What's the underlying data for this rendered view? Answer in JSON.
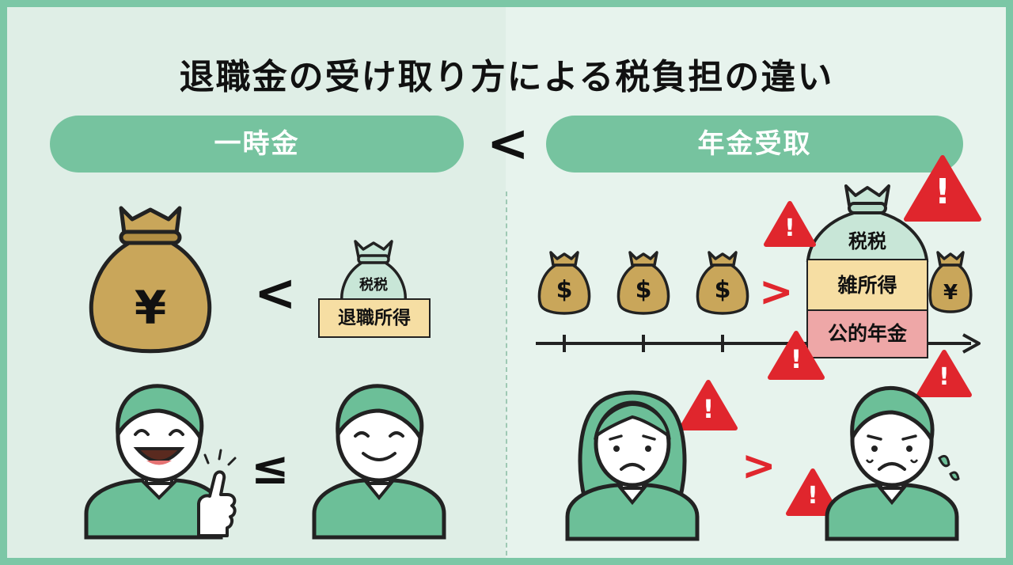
{
  "title": "退職金の受け取り方による税負担の違い",
  "left": {
    "header": "一時金",
    "tax_bag": {
      "top_label": "税税",
      "tag_label": "退職所得"
    },
    "bag_symbol": "¥",
    "compare_money": "<",
    "compare_people": "≤"
  },
  "compare_header": "<",
  "right": {
    "header": "年金受取",
    "payments": [
      "$",
      "$",
      "$"
    ],
    "compare_payments": ">",
    "big_bag": {
      "top_label": "税税",
      "row1": "雑所得",
      "row2": "公的年金"
    },
    "small_bag_symbol": "¥",
    "compare_people": ">",
    "warning_mark": "!"
  },
  "colors": {
    "border": "#7cc7a6",
    "pill": "#76c39f",
    "bag_gold": "#c9a65a",
    "tag_yellow": "#f6dea3",
    "tag_pink": "#eea7a7",
    "warning_red": "#e0262d",
    "person_green": "#6cbf98"
  }
}
